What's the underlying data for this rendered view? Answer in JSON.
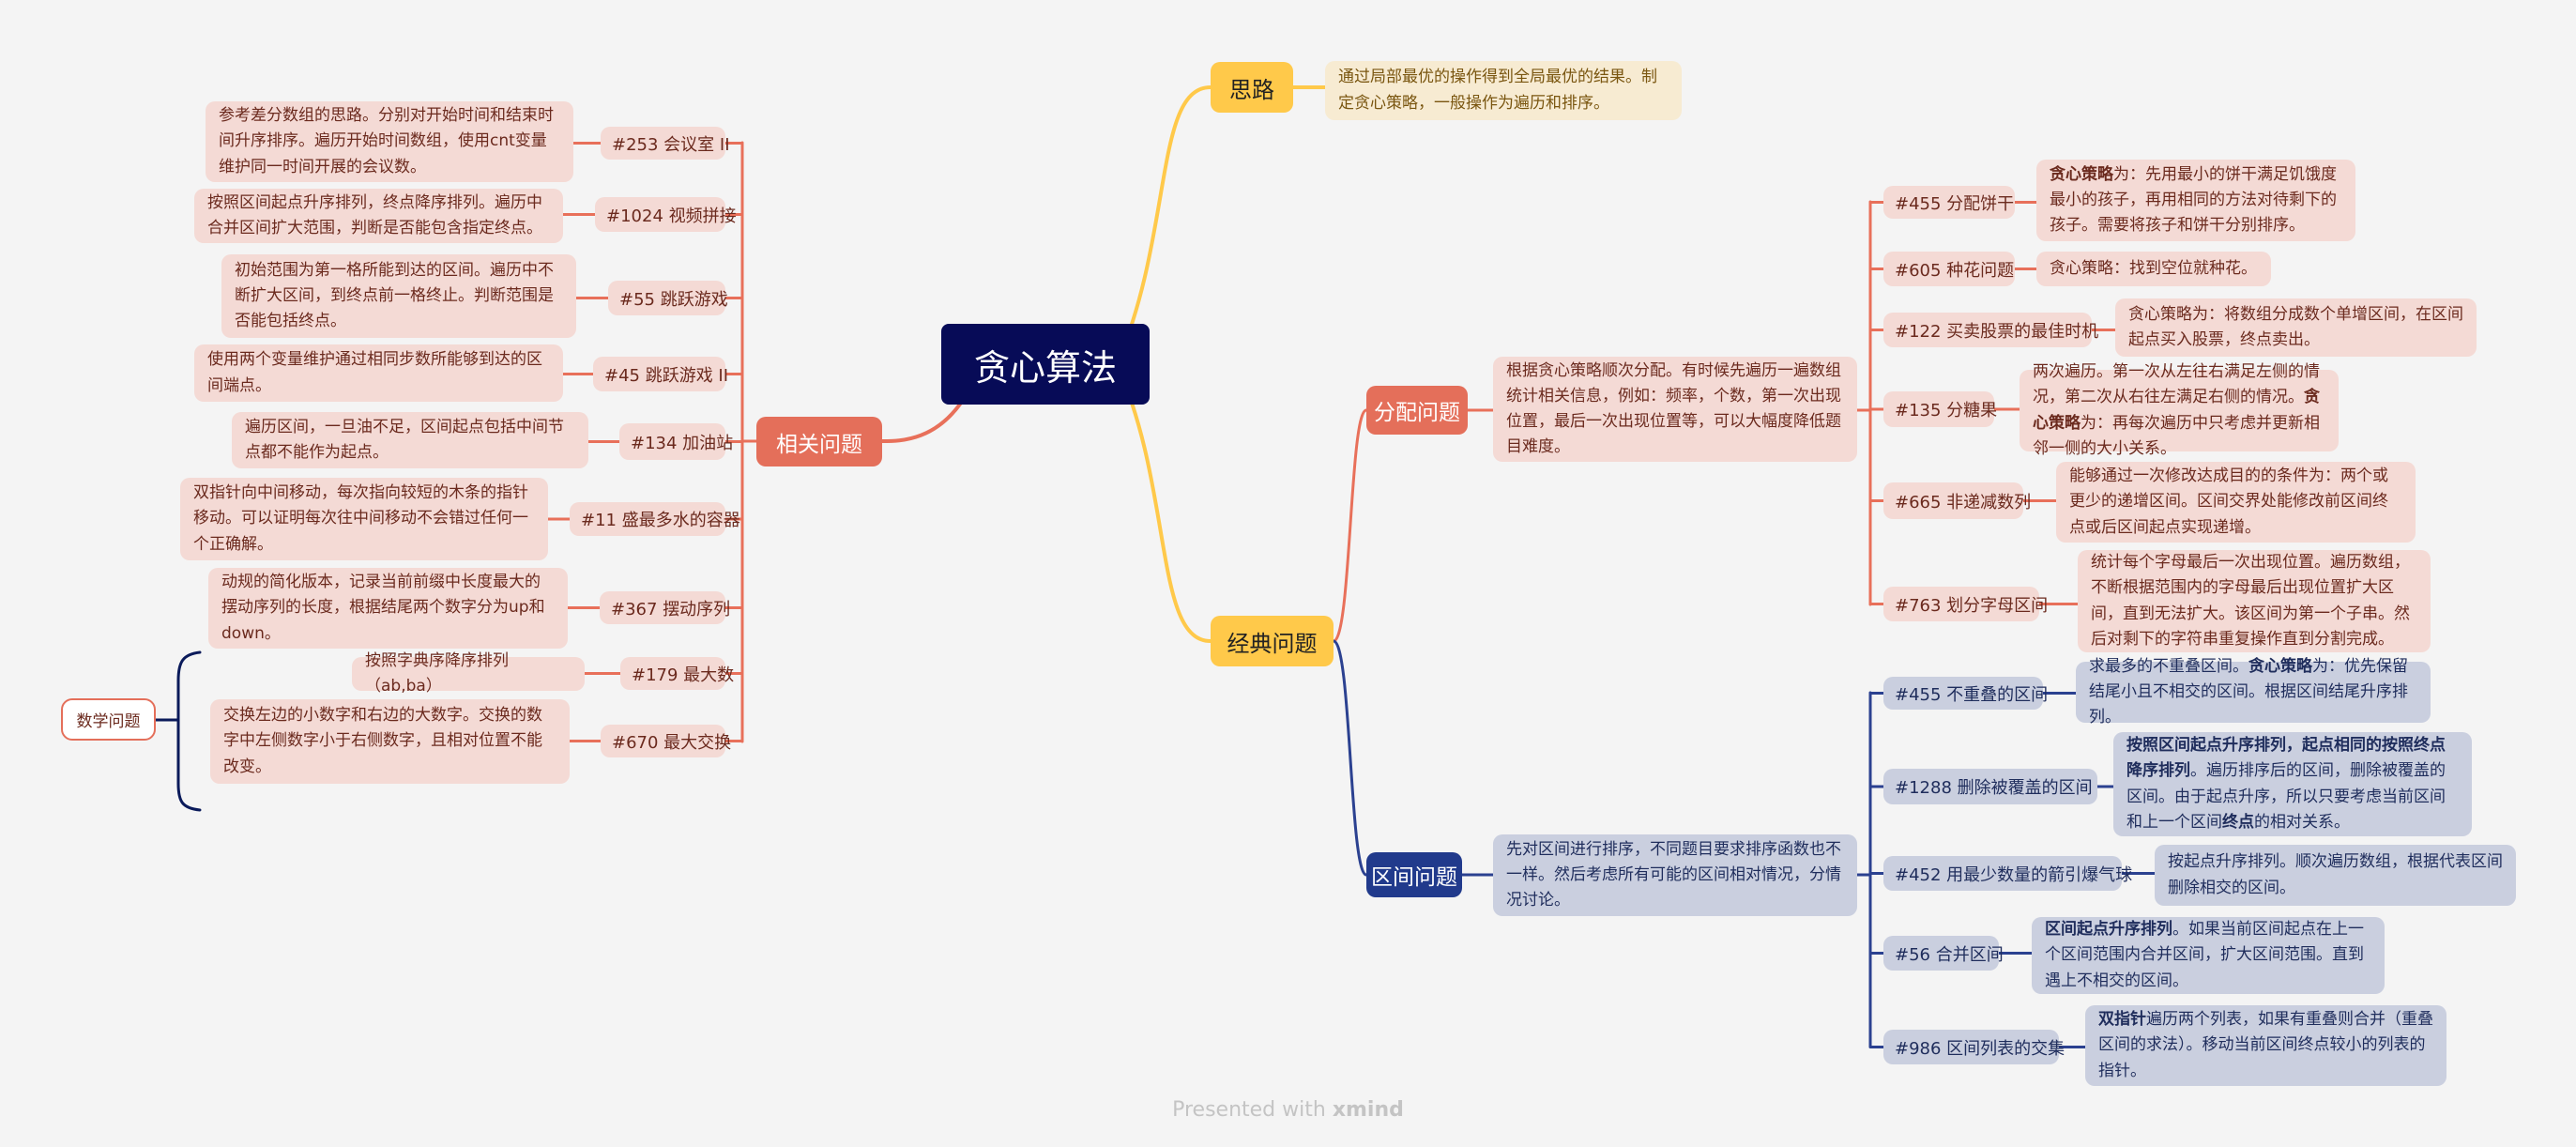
{
  "root": {
    "title": "贪心算法"
  },
  "idea": {
    "label": "思路",
    "note": "通过局部最优的操作得到全局最优的结果。制定贪心策略，一般操作为遍历和排序。"
  },
  "classic": {
    "label": "经典问题",
    "allocation": {
      "label": "分配问题",
      "desc": "根据贪心策略顺次分配。有时候先遍历一遍数组统计相关信息，例如：频率，个数，第一次出现位置，最后一次出现位置等，可以大幅度降低题目难度。",
      "items": [
        {
          "title": "#455 分配饼干",
          "desc": [
            {
              "t": "贪心策略",
              "b": true
            },
            {
              "t": "为：先用最小的饼干满足饥饿度最小的孩子，再用相同的方法对待剩下的孩子。需要将孩子和饼干分别排序。"
            }
          ]
        },
        {
          "title": "#605 种花问题",
          "desc": [
            {
              "t": "贪心策略：找到空位就种花。"
            }
          ]
        },
        {
          "title": "#122 买卖股票的最佳时机",
          "desc": [
            {
              "t": "贪心策略为：将数组分成数个单增区间，在区间起点买入股票，终点卖出。"
            }
          ]
        },
        {
          "title": "#135 分糖果",
          "desc": [
            {
              "t": "两次遍历。第一次从左往右满足左侧的情况，第二次从右往左满足右侧的情况。"
            },
            {
              "t": "贪心策略",
              "b": true
            },
            {
              "t": "为：再每次遍历中只考虑并更新相邻一侧的大小关系。"
            }
          ]
        },
        {
          "title": "#665 非递减数列",
          "desc": [
            {
              "t": "能够通过一次修改达成目的的条件为：两个或更少的递增区间。区间交界处能修改前区间终点或后区间起点实现递增。"
            }
          ]
        },
        {
          "title": "#763 划分字母区间",
          "desc": [
            {
              "t": "统计每个字母最后一次出现位置。遍历数组，不断根据范围内的字母最后出现位置扩大区间，直到无法扩大。该区间为第一个子串。然后对剩下的字符串重复操作直到分割完成。"
            }
          ]
        }
      ]
    },
    "interval": {
      "label": "区间问题",
      "desc": "先对区间进行排序，不同题目要求排序函数也不一样。然后考虑所有可能的区间相对情况，分情况讨论。",
      "items": [
        {
          "title": "#455 不重叠的区间",
          "desc": [
            {
              "t": "求最多的不重叠区间。"
            },
            {
              "t": "贪心策略",
              "b": true
            },
            {
              "t": "为：优先保留结尾小且不相交的区间。根据区间结尾升序排列。"
            }
          ]
        },
        {
          "title": "#1288 删除被覆盖的区间",
          "desc": [
            {
              "t": "按照区间起点升序排列，起点相同的按照终点降序排列",
              "b": true
            },
            {
              "t": "。遍历排序后的区间，删除被覆盖的区间。由于起点升序，所以只要考虑当前区间和上一个区间"
            },
            {
              "t": "终点",
              "b": true
            },
            {
              "t": "的相对关系。"
            }
          ]
        },
        {
          "title": "#452 用最少数量的箭引爆气球",
          "desc": [
            {
              "t": "按起点升序排列。顺次遍历数组，根据代表区间删除相交的区间。"
            }
          ]
        },
        {
          "title": "#56 合并区间",
          "desc": [
            {
              "t": "区间起点升序排列",
              "b": true
            },
            {
              "t": "。如果当前区间起点在上一个区间范围内合并区间，扩大区间范围。直到遇上不相交的区间。"
            }
          ]
        },
        {
          "title": "#986 区间列表的交集",
          "desc": [
            {
              "t": "双指针",
              "b": true
            },
            {
              "t": "遍历两个列表，如果有重叠则合并（重叠区间的求法）。移动当前区间终点较小的列表的指针。"
            }
          ]
        }
      ]
    }
  },
  "related": {
    "label": "相关问题",
    "items": [
      {
        "title": "#253 会议室 II",
        "desc": "参考差分数组的思路。分别对开始时间和结束时间升序排序。遍历开始时间数组，使用cnt变量维护同一时间开展的会议数。"
      },
      {
        "title": "#1024 视频拼接",
        "desc": "按照区间起点升序排列，终点降序排列。遍历中合并区间扩大范围，判断是否能包含指定终点。"
      },
      {
        "title": "#55 跳跃游戏",
        "desc": "初始范围为第一格所能到达的区间。遍历中不断扩大区间，到终点前一格终止。判断范围是否能包括终点。"
      },
      {
        "title": "#45 跳跃游戏 II",
        "desc": "使用两个变量维护通过相同步数所能够到达的区间端点。"
      },
      {
        "title": "#134 加油站",
        "desc": "遍历区间，一旦油不足，区间起点包括中间节点都不能作为起点。"
      },
      {
        "title": "#11 盛最多水的容器",
        "desc": "双指针向中间移动，每次指向较短的木条的指针移动。可以证明每次往中间移动不会错过任何一个正确解。"
      },
      {
        "title": "#367 摆动序列",
        "desc": "动规的简化版本，记录当前前缀中长度最大的摆动序列的长度，根据结尾两个数字分为up和down。"
      },
      {
        "title": "#179 最大数",
        "desc": "按照字典序降序排列（ab,ba）"
      },
      {
        "title": "#670 最大交换",
        "desc": "交换左边的小数字和右边的大数字。交换的数字中左侧数字小于右侧数字，且相对位置不能改变。"
      }
    ],
    "math_group": {
      "label": "数学问题"
    }
  },
  "footer": {
    "prefix": "Presented with",
    "brand": "xmind"
  },
  "colors": {
    "root": "#070b57",
    "yellow": "#ffc94a",
    "red": "#e46f5a",
    "blue": "#213a8c",
    "pink_bg": "#f4dad5",
    "blue_bg": "#cacfdf"
  }
}
